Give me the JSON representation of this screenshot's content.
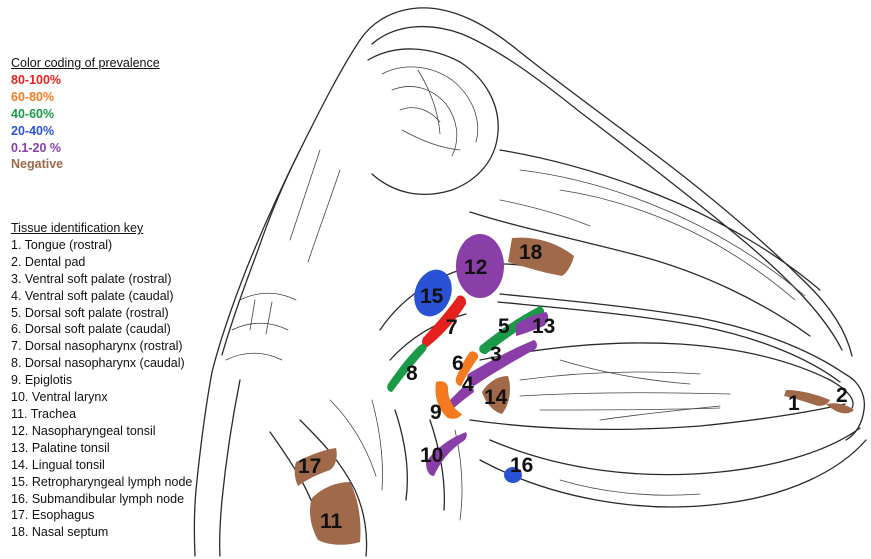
{
  "color_legend": {
    "title": "Color coding of prevalence",
    "items": [
      {
        "label": "80-100%",
        "color": "#e5211f"
      },
      {
        "label": "60-80%",
        "color": "#f47a1f"
      },
      {
        "label": "40-60%",
        "color": "#1a9a48"
      },
      {
        "label": "20-40%",
        "color": "#2a52d6"
      },
      {
        "label": "0.1-20 %",
        "color": "#8a3fa8"
      },
      {
        "label": "Negative",
        "color": "#a0694a"
      }
    ]
  },
  "tissue_legend": {
    "title": "Tissue identification key",
    "items": [
      "1. Tongue (rostral)",
      "2. Dental pad",
      "3. Ventral soft palate (rostral)",
      "4. Ventral soft palate (caudal)",
      "5. Dorsal soft palate (rostral)",
      "6. Dorsal soft palate (caudal)",
      "7. Dorsal nasopharynx (rostral)",
      "8. Dorsal nasopharynx (caudal)",
      "9. Epiglotis",
      "10. Ventral larynx",
      "11. Trachea",
      "12. Nasopharyngeal tonsil",
      "13. Palatine tonsil",
      "14. Lingual tonsil",
      "15. Retropharyngeal lymph node",
      "16. Submandibular lymph node",
      "17. Esophagus",
      "18. Nasal septum"
    ]
  },
  "diagram": {
    "markers": [
      "1",
      "2",
      "3",
      "4",
      "5",
      "6",
      "7",
      "8",
      "9",
      "10",
      "11",
      "12",
      "13",
      "14",
      "15",
      "16",
      "17",
      "18"
    ],
    "region_colors": {
      "1": "#a0694a",
      "2": "#a0694a",
      "3": "#8a3fa8",
      "4": "#8a3fa8",
      "5": "#1a9a48",
      "6": "#f47a1f",
      "7": "#e5211f",
      "8": "#1a9a48",
      "9": "#f47a1f",
      "10": "#8a3fa8",
      "11": "#a0694a",
      "12": "#8a3fa8",
      "13": "#8a3fa8",
      "14": "#a0694a",
      "15": "#2a52d6",
      "16": "#2a52d6",
      "17": "#a0694a",
      "18": "#a0694a"
    }
  }
}
